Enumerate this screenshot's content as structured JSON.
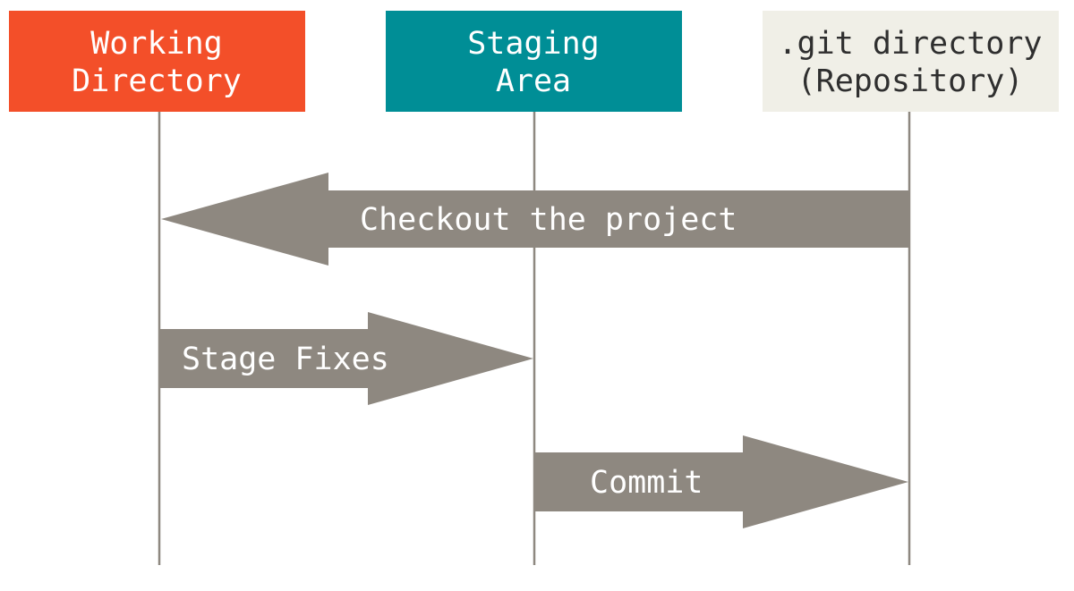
{
  "colors": {
    "working_directory": "#f34f29",
    "staging_area": "#008e96",
    "repository": "#f0efe7",
    "arrow": "#8e8880",
    "lifeline": "#8e8880",
    "light_text": "#ffffff",
    "dark_text": "#2f2f2f"
  },
  "areas": [
    {
      "id": "working-directory",
      "lines": [
        "Working",
        "Directory"
      ]
    },
    {
      "id": "staging-area",
      "lines": [
        "Staging",
        "Area"
      ]
    },
    {
      "id": "git-directory",
      "lines": [
        ".git directory",
        "(Repository)"
      ]
    }
  ],
  "arrows": [
    {
      "id": "checkout",
      "label": "Checkout the project",
      "direction": "left"
    },
    {
      "id": "stage-fixes",
      "label": "Stage Fixes",
      "direction": "right"
    },
    {
      "id": "commit",
      "label": "Commit",
      "direction": "right"
    }
  ]
}
